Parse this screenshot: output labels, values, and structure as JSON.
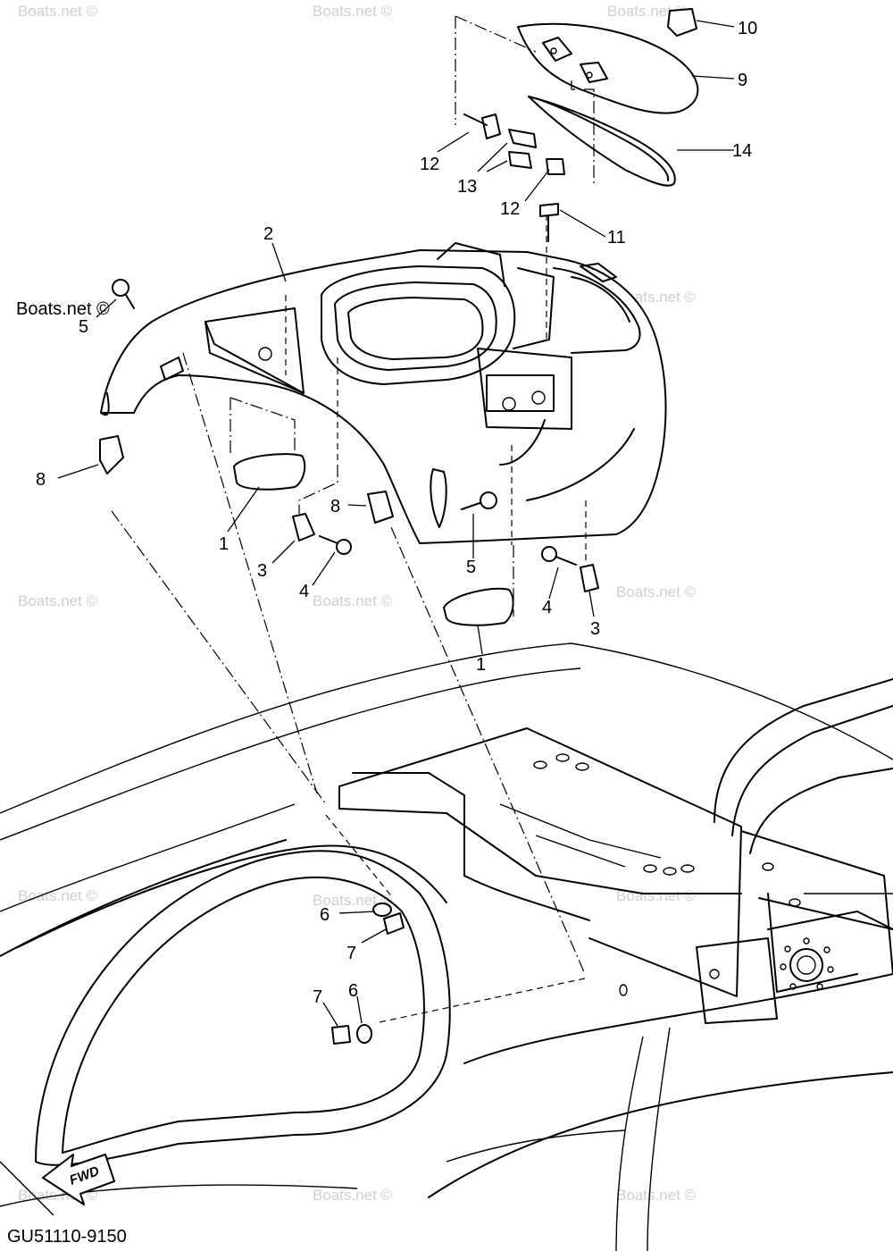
{
  "diagram": {
    "figure_code": "GU51110-9150",
    "fwd_label": "FWD",
    "watermark": "Boats.net ©",
    "callouts": [
      {
        "id": "10",
        "label": "10"
      },
      {
        "id": "9",
        "label": "9"
      },
      {
        "id": "14",
        "label": "14"
      },
      {
        "id": "12a",
        "label": "12"
      },
      {
        "id": "13",
        "label": "13"
      },
      {
        "id": "12b",
        "label": "12"
      },
      {
        "id": "11",
        "label": "11"
      },
      {
        "id": "2",
        "label": "2"
      },
      {
        "id": "5a",
        "label": "5"
      },
      {
        "id": "8a",
        "label": "8"
      },
      {
        "id": "1a",
        "label": "1"
      },
      {
        "id": "3a",
        "label": "3"
      },
      {
        "id": "4a",
        "label": "4"
      },
      {
        "id": "8b",
        "label": "8"
      },
      {
        "id": "5b",
        "label": "5"
      },
      {
        "id": "4b",
        "label": "4"
      },
      {
        "id": "3b",
        "label": "3"
      },
      {
        "id": "1b",
        "label": "1"
      },
      {
        "id": "6a",
        "label": "6"
      },
      {
        "id": "7a",
        "label": "7"
      },
      {
        "id": "7b",
        "label": "7"
      },
      {
        "id": "6b",
        "label": "6"
      }
    ]
  }
}
